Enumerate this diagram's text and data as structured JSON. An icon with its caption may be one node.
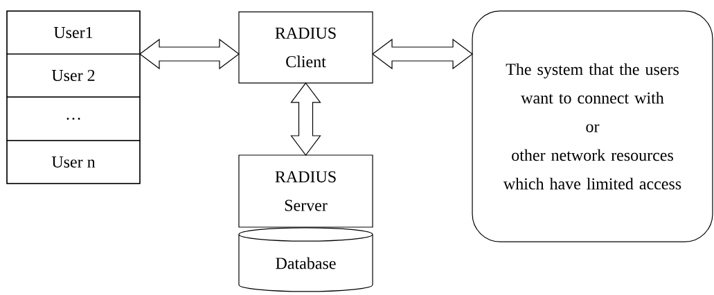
{
  "diagram": {
    "nodes": [
      {
        "text": [],
        "shape": "box"
      },
      {
        "text": [
          "User1"
        ],
        "in": 0
      },
      {
        "text": [
          "User 2"
        ],
        "in": 0
      },
      {
        "text": [
          "…"
        ],
        "in": 0
      },
      {
        "text": [
          "User n"
        ],
        "in": 0
      },
      {
        "text": [
          "RADIUS Client"
        ]
      },
      {
        "text": [
          "RADIUS Server"
        ]
      },
      {
        "text": [
          "Database"
        ]
      },
      {
        "text": [
          "The system that the users want to connect with",
          "or",
          "other network resources which have limited access"
        ]
      }
    ],
    "edges": [
      {
        "from": 0,
        "to": 5,
        "arrow": "both"
      },
      {
        "from": 5,
        "to": 8,
        "arrow": "both"
      },
      {
        "from": 5,
        "to": 6,
        "arrow": "both"
      }
    ]
  }
}
